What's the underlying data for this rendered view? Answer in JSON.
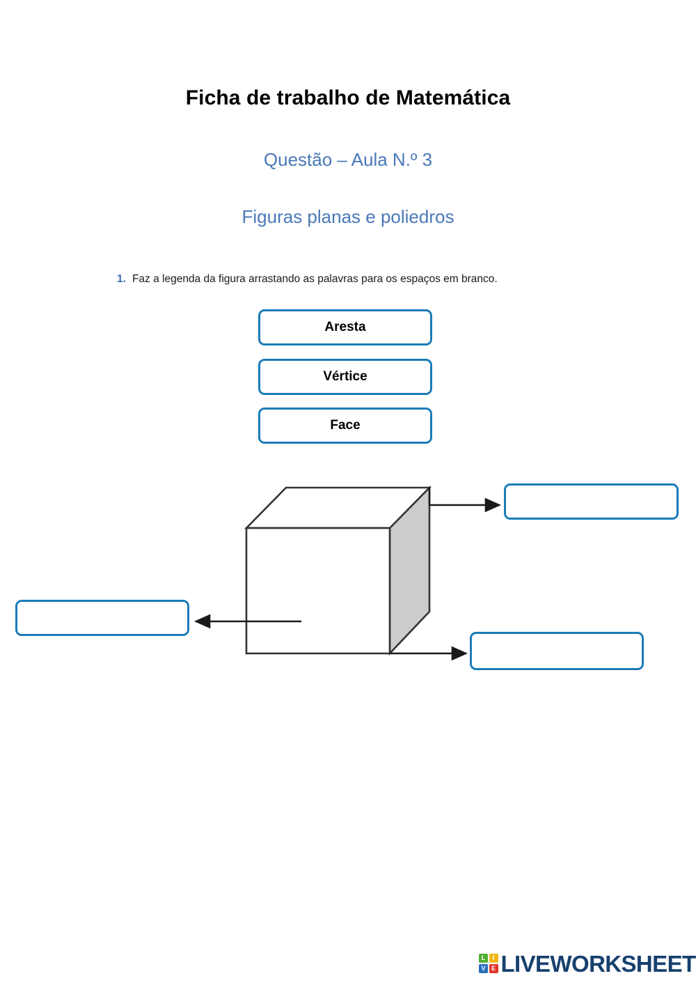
{
  "document": {
    "title": "Ficha de trabalho de Matemática",
    "subtitle_1": "Questão – Aula N.º 3",
    "subtitle_2": "Figuras planas e poliedros"
  },
  "exercise": {
    "number": "1.",
    "instruction": "Faz a legenda da figura arrastando as palavras para os espaços em branco.",
    "word_bank": [
      {
        "label": "Aresta"
      },
      {
        "label": "Vértice"
      },
      {
        "label": "Face"
      }
    ],
    "drop_zones": [
      {
        "id": "top-right",
        "value": "",
        "placeholder": ""
      },
      {
        "id": "left",
        "value": "",
        "placeholder": ""
      },
      {
        "id": "bottom-right",
        "value": "",
        "placeholder": ""
      }
    ]
  },
  "figure": {
    "name": "cube-diagram",
    "shape": "cube",
    "front_face_color": "#ffffff",
    "right_face_color": "#cccccc",
    "outline_color": "#333333",
    "arrow_color": "#1a1a1a",
    "arrows": [
      {
        "from": "vertex",
        "to": "top-right"
      },
      {
        "from": "face",
        "to": "left"
      },
      {
        "from": "edge",
        "to": "bottom-right"
      }
    ]
  },
  "footer": {
    "logo_cells": [
      "L",
      "I",
      "V",
      "E"
    ],
    "logo_text": "LIVEWORKSHEETS"
  },
  "colors": {
    "accent_blue": "#1b7cb8",
    "heading_blue": "#4a79b8",
    "logo_navy": "#17406e"
  }
}
